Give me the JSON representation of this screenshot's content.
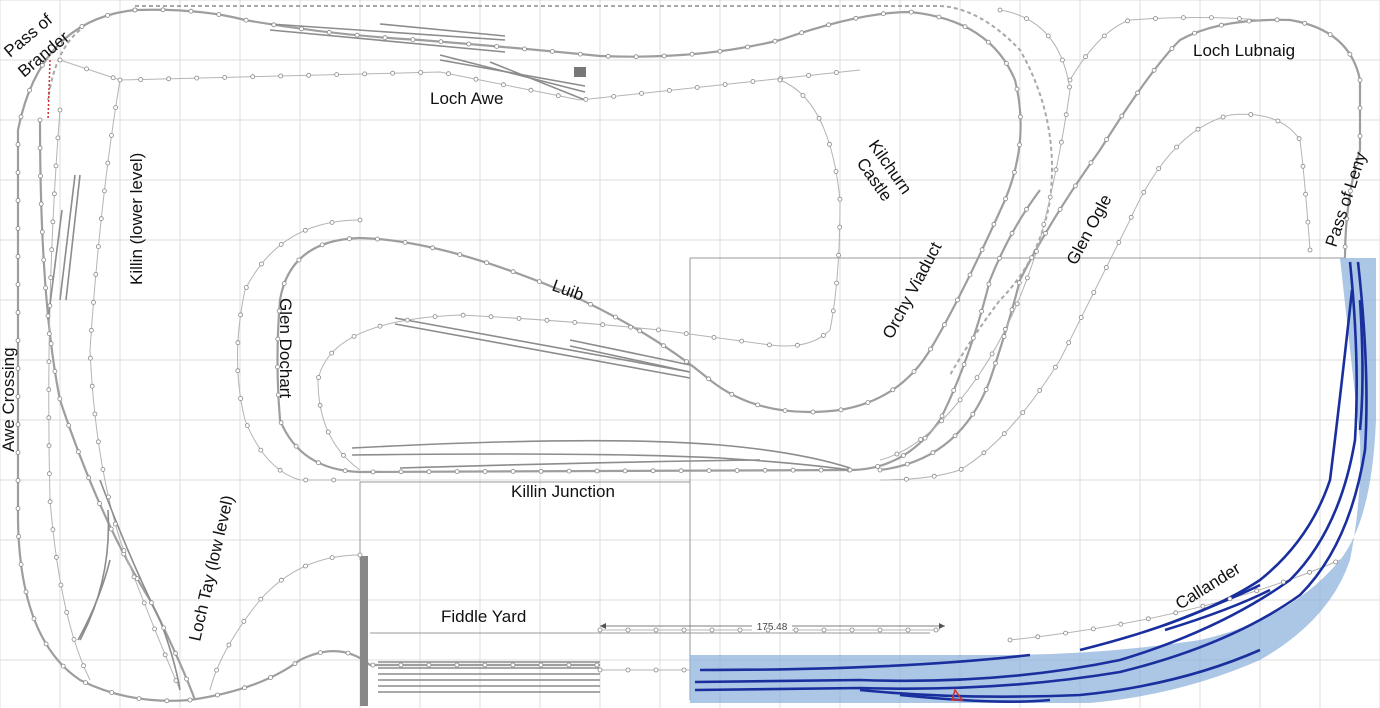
{
  "labels": {
    "pass_of_brander_1": "Pass of",
    "pass_of_brander_2": "Brander",
    "loch_awe": "Loch Awe",
    "kilchurn_1": "Kilchurn",
    "kilchurn_2": "Castle",
    "loch_lubnaig": "Loch Lubnaig",
    "pass_of_leny": "Pass of Leny",
    "killin_lower": "Killin (lower level)",
    "awe_crossing": "Awe Crossing",
    "glen_dochart": "Glen Dochart",
    "luib": "Luib",
    "orchy_viaduct": "Orchy Viaduct",
    "glen_ogle": "Glen Ogle",
    "killin_junction": "Killin Junction",
    "loch_tay": "Loch Tay (low level)",
    "fiddle_yard": "Fiddle Yard",
    "callander": "Callander"
  },
  "dimension": {
    "value": "175.48"
  },
  "colors": {
    "track": "#9e9e9e",
    "highlight_fill": "#8fb4dc",
    "highlight_track": "#1a2f9e",
    "red_marker": "#d03030"
  }
}
